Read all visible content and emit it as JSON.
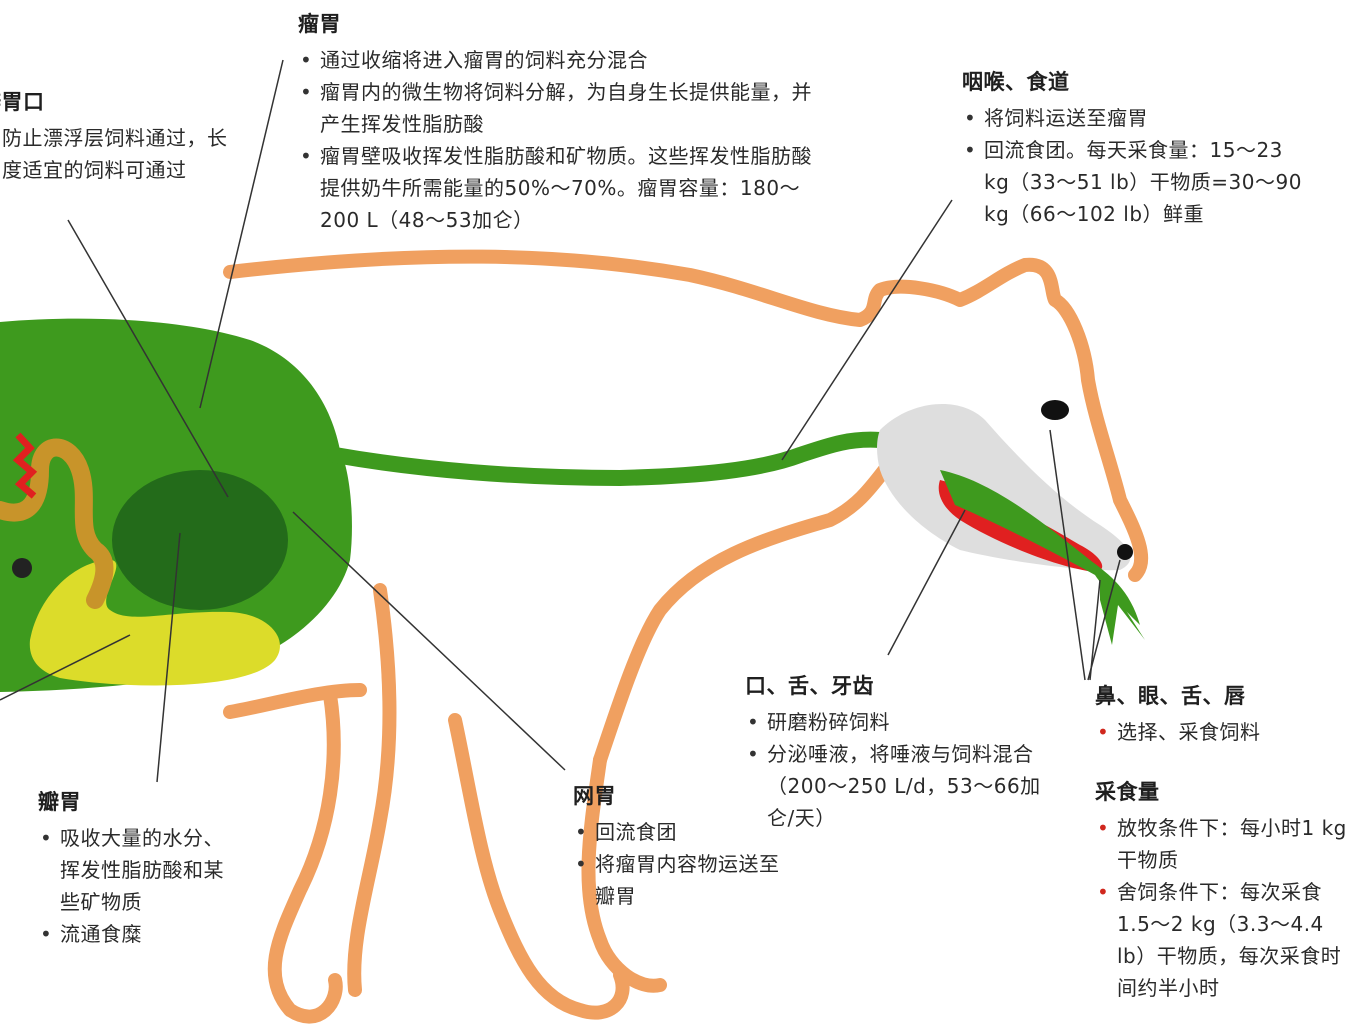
{
  "sections": {
    "rumen": {
      "title": "瘤胃",
      "items": [
        "通过收缩将进入瘤胃的饲料充分混合",
        "瘤胃内的微生物将饲料分解，为自身生长提供能量，并产生挥发性脂肪酸",
        "瘤胃壁吸收挥发性脂肪酸和矿物质。这些挥发性脂肪酸提供奶牛所需能量的50%～70%。瘤胃容量：180～200 L（48～53加仑）"
      ]
    },
    "omasum_orifice": {
      "title": "瓣胃口",
      "items": [
        "防止漂浮层饲料通过，长度适宜的饲料可通过"
      ]
    },
    "throat": {
      "title": "咽喉、食道",
      "items": [
        "将饲料运送至瘤胃",
        "回流食团。每天采食量：15～23 kg（33～51 lb）干物质=30～90 kg（66～102 lb）鲜重"
      ]
    },
    "mouth": {
      "title": "口、舌、牙齿",
      "items": [
        "研磨粉碎饲料",
        "分泌唾液，将唾液与饲料混合（200～250 L/d，53～66加仑/天）"
      ]
    },
    "nose": {
      "title": "鼻、眼、舌、唇",
      "items": [
        "选择、采食饲料"
      ]
    },
    "intake": {
      "title": "采食量",
      "items": [
        "放牧条件下：每小时1 kg干物质",
        "舍饲条件下：每次采食1.5～2 kg（3.3～4.4 lb）干物质，每次采食时间约半小时"
      ]
    },
    "reticulum": {
      "title": "网胃",
      "items": [
        "回流食团",
        "将瘤胃内容物运送至瓣胃"
      ]
    },
    "omasum": {
      "title": "瓣胃",
      "items": [
        "吸收大量的水分、挥发性脂肪酸和某些矿物质",
        "流通食糜"
      ]
    }
  },
  "colors": {
    "outline": "#f0a060",
    "rumen": "#3e9a1e",
    "rumen_dark": "#236b1a",
    "abomasum": "#dcdc2a",
    "intestine": "#c8942a",
    "mouth_red": "#e02020",
    "head_grey": "#dedede",
    "leader": "#333333"
  }
}
